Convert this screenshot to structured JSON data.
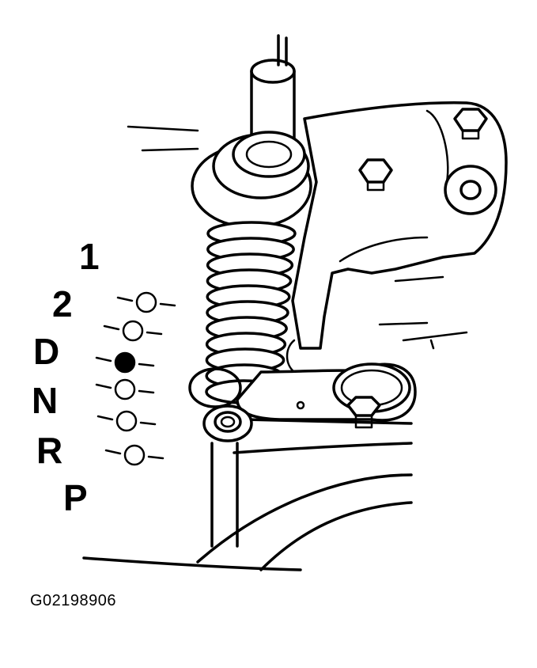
{
  "figure_id": "G02198906",
  "shift_positions": [
    {
      "label": "1",
      "selected": false
    },
    {
      "label": "2",
      "selected": false
    },
    {
      "label": "D",
      "selected": true
    },
    {
      "label": "N",
      "selected": false
    },
    {
      "label": "R",
      "selected": false
    },
    {
      "label": "P",
      "selected": false
    }
  ],
  "colors": {
    "line": "#000000",
    "background": "#ffffff"
  }
}
